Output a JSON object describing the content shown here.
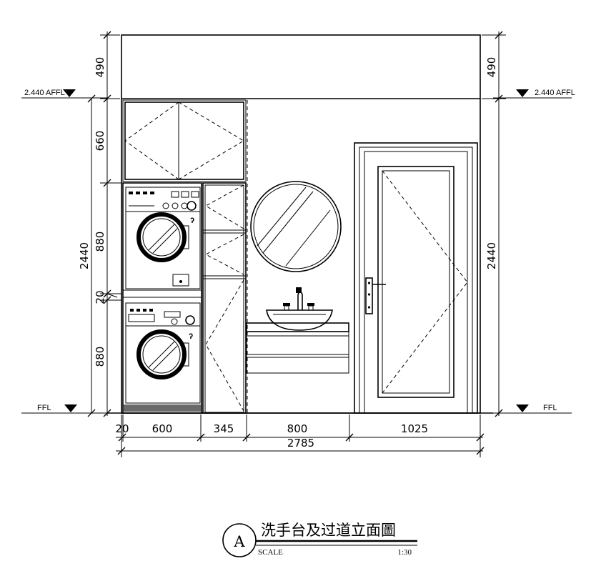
{
  "levels": {
    "top_label": "2.440 AFFL",
    "floor_label": "FFL"
  },
  "dimensions": {
    "left": {
      "upper": "490",
      "cabinet": "660",
      "washer_top": "880",
      "gap": "20",
      "washer_bottom": "880",
      "overall": "2440"
    },
    "right": {
      "upper": "490",
      "overall": "2440"
    },
    "bottom": {
      "d20": "20",
      "d600": "600",
      "d345": "345",
      "d800": "800",
      "d1025": "1025",
      "total": "2785"
    }
  },
  "title_block": {
    "marker": "A",
    "title": "洗手台及过道立面圖",
    "scale_label": "SCALE",
    "scale_value": "1:30"
  }
}
